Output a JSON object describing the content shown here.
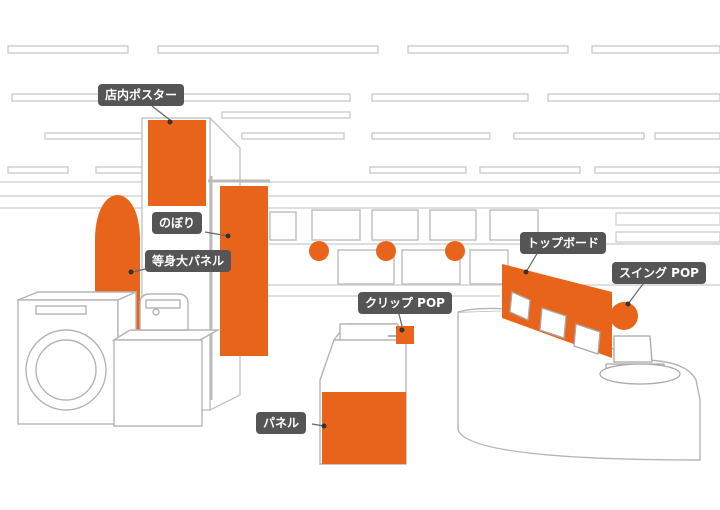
{
  "colors": {
    "accent": "#e8641a",
    "line": "#bdbdbd",
    "callout_bg": "#555555",
    "callout_text": "#ffffff"
  },
  "labels": {
    "poster": "店内ポスター",
    "nobori": "のぼり",
    "life_size_panel": "等身大パネル",
    "clip_pop": "クリップ POP",
    "top_board": "トップボード",
    "swing_pop": "スイング POP",
    "panel": "パネル"
  }
}
